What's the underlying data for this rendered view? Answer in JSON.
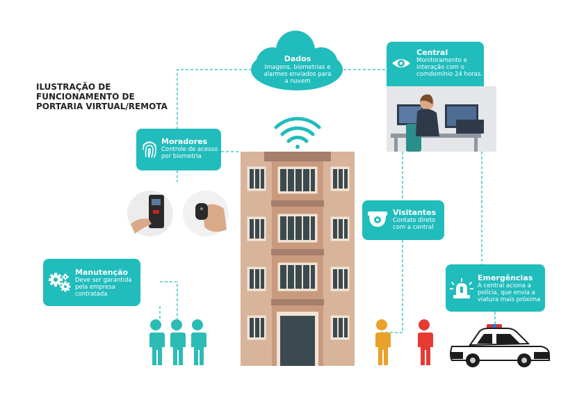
{
  "title": [
    "ILUSTRAÇÃO DE",
    "FUNCIONAMENTO DE",
    "PORTARIA VIRTUAL/REMOTA"
  ],
  "colors": {
    "teal": "#21bcbc",
    "building": "#d8b49a",
    "building_band": "#a57e6c",
    "window": "#3b4a4f",
    "person_teal": "#2bbcb6",
    "person_orange": "#e8a12a",
    "person_red": "#e53b33",
    "line": "#21bcbc"
  },
  "cloud": {
    "heading": "Dados",
    "body": [
      "Imagens, biometrias e",
      "alarmes enviados para",
      "a nuvem"
    ],
    "icon": "cloud-icon"
  },
  "central": {
    "heading": "Central",
    "body": [
      "Monitoramento e",
      "interação com o",
      "comdomínio 24 horas."
    ],
    "icon": "eye-icon"
  },
  "moradores": {
    "heading": "Moradores",
    "body": [
      "Controle de acesso",
      "por biometria"
    ],
    "icon": "fingerprint-icon"
  },
  "visitantes": {
    "heading": "Visitantes",
    "body": [
      "Contato direto",
      "com a central"
    ],
    "icon": "camera-icon"
  },
  "manutencao": {
    "heading": "Manutenção",
    "body": [
      "Deve ser garantida",
      "pela empresa",
      "contratada"
    ],
    "icon": "gears-icon"
  },
  "emergencias": {
    "heading": "Emergências",
    "body": [
      "A central aciona a",
      "polícia, que envia a",
      "viatura mais próxima"
    ],
    "icon": "siren-icon"
  }
}
